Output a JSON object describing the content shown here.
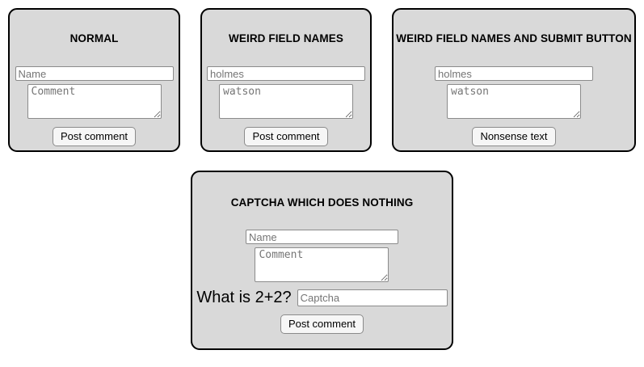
{
  "colors": {
    "card_background": "#d9d9d9",
    "card_border": "#000000",
    "field_border": "#8b8b8b",
    "placeholder_text": "#757575",
    "button_background": "#f6f6f6"
  },
  "panels": [
    {
      "title": "NORMAL",
      "name_placeholder": "Name",
      "comment_placeholder": "Comment",
      "submit_label": "Post comment"
    },
    {
      "title": "WEIRD FIELD NAMES",
      "name_placeholder": "holmes",
      "comment_placeholder": "watson",
      "submit_label": "Post comment"
    },
    {
      "title": "WEIRD FIELD NAMES AND SUBMIT BUTTON",
      "name_placeholder": "holmes",
      "comment_placeholder": "watson",
      "submit_label": "Nonsense text"
    },
    {
      "title": "CAPTCHA WHICH DOES NOTHING",
      "name_placeholder": "Name",
      "comment_placeholder": "Comment",
      "captcha_question": "What is 2+2?",
      "captcha_placeholder": "Captcha",
      "submit_label": "Post comment"
    }
  ]
}
